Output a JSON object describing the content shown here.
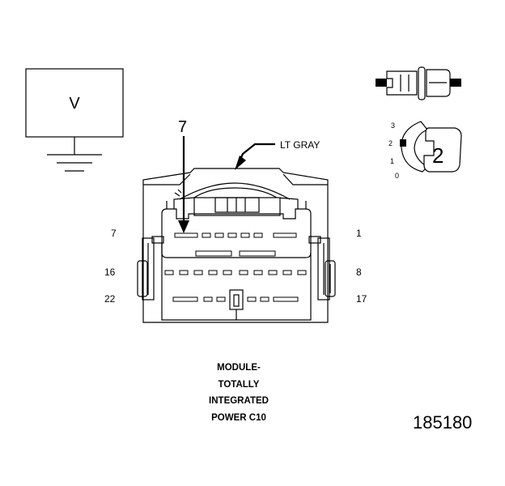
{
  "meter": {
    "symbol": "V"
  },
  "connector": {
    "callout_pin": "7",
    "color_label": "LT GRAY",
    "pin_labels": {
      "top_left": "7",
      "top_right": "1",
      "mid_left": "16",
      "mid_right": "8",
      "bottom_left": "22",
      "bottom_right": "17"
    }
  },
  "position_view": {
    "ticks": [
      "3",
      "2",
      "1",
      "0"
    ],
    "position": "2"
  },
  "caption": {
    "lines": [
      "MODULE-",
      "TOTALLY",
      "INTEGRATED",
      "POWER C10"
    ]
  },
  "figure_number": "185180"
}
